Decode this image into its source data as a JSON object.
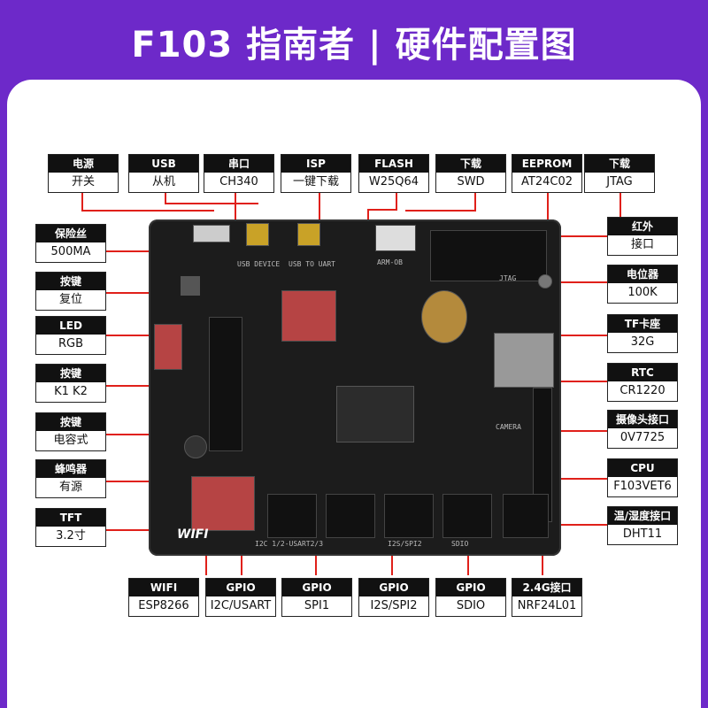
{
  "title": "F103 指南者 | 硬件配置图",
  "board": {
    "wifi_text": "WIFI",
    "silk_usb_device": "USB DEVICE",
    "silk_usb_to_uart": "USB TO UART",
    "silk_arm_ob": "ARM-OB",
    "silk_jtag": "JTAG",
    "silk_camera": "CAMERA",
    "silk_i2c": "I2C 1/2-USART2/3",
    "silk_i2s": "I2S/SPI2",
    "silk_sdio": "SDIO"
  },
  "labels": {
    "power": {
      "top": "电源",
      "bottom": "开关"
    },
    "usb": {
      "top": "USB",
      "bottom": "从机"
    },
    "uart": {
      "top": "串口",
      "bottom": "CH340"
    },
    "isp": {
      "top": "ISP",
      "bottom": "一键下载"
    },
    "flash": {
      "top": "FLASH",
      "bottom": "W25Q64"
    },
    "download_swd": {
      "top": "下载",
      "bottom": "SWD"
    },
    "eeprom": {
      "top": "EEPROM",
      "bottom": "AT24C02"
    },
    "download_jtag": {
      "top": "下载",
      "bottom": "JTAG"
    },
    "fuse": {
      "top": "保险丝",
      "bottom": "500MA"
    },
    "reset": {
      "top": "按键",
      "bottom": "复位"
    },
    "led": {
      "top": "LED",
      "bottom": "RGB"
    },
    "keys": {
      "top": "按键",
      "bottom": "K1 K2"
    },
    "touch": {
      "top": "按键",
      "bottom": "电容式"
    },
    "buzzer": {
      "top": "蜂鸣器",
      "bottom": "有源"
    },
    "tft": {
      "top": "TFT",
      "bottom": "3.2寸"
    },
    "ir": {
      "top": "红外",
      "bottom": "接口"
    },
    "pot": {
      "top": "电位器",
      "bottom": "100K"
    },
    "tf": {
      "top": "TF卡座",
      "bottom": "32G"
    },
    "rtc": {
      "top": "RTC",
      "bottom": "CR1220"
    },
    "camera": {
      "top": "摄像头接口",
      "bottom": "0V7725"
    },
    "cpu": {
      "top": "CPU",
      "bottom": "F103VET6"
    },
    "dht": {
      "top": "温/湿度接口",
      "bottom": "DHT11"
    },
    "wifi": {
      "top": "WIFI",
      "bottom": "ESP8266"
    },
    "gpio_i2c": {
      "top": "GPIO",
      "bottom": "I2C/USART"
    },
    "gpio_spi1": {
      "top": "GPIO",
      "bottom": "SPI1"
    },
    "gpio_i2s": {
      "top": "GPIO",
      "bottom": "I2S/SPI2"
    },
    "gpio_sdio": {
      "top": "GPIO",
      "bottom": "SDIO"
    },
    "nrf": {
      "top": "2.4G接口",
      "bottom": "NRF24L01"
    }
  }
}
